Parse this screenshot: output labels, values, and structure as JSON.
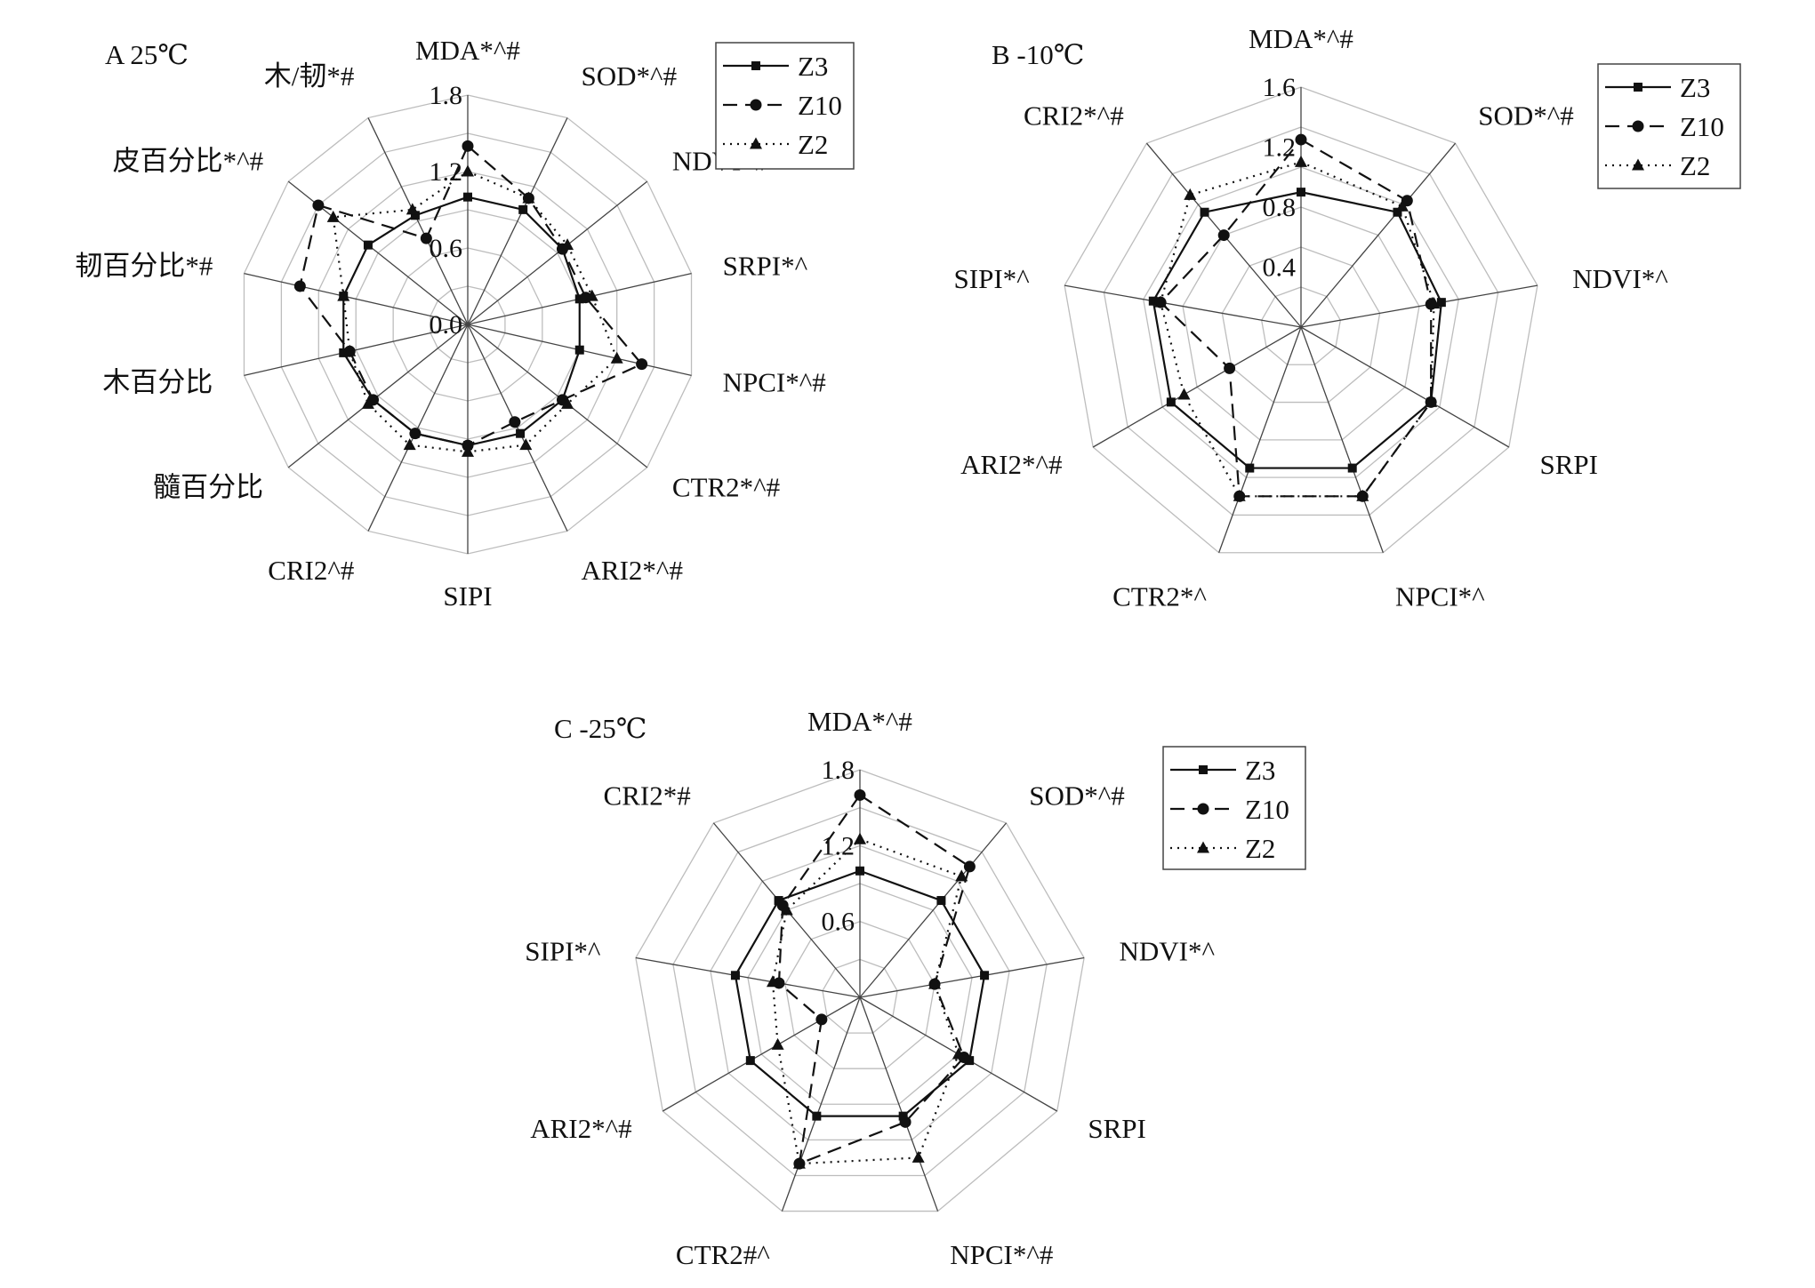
{
  "chart_data": [
    {
      "type": "radar",
      "title": "A 25℃",
      "axes": [
        "MDA*^#",
        "SOD*^#",
        "NDVI^#",
        "SRPI*^",
        "NPCI*^#",
        "CTR2*^#",
        "ARI2*^#",
        "SIPI",
        "CRI2^#",
        "髓百分比",
        "木百分比",
        "韧百分比*#",
        "皮百分比*^#",
        "木/韧*#"
      ],
      "rlim": [
        0,
        1.8
      ],
      "ticks": [
        0.0,
        0.6,
        1.2,
        1.8
      ],
      "tick_labels": [
        "0.0",
        "0.6",
        "1.2",
        "1.8"
      ],
      "grid": true,
      "legend_position": "top-right",
      "series": [
        {
          "name": "Z3",
          "line": "solid",
          "marker": "square",
          "values": [
            1.0,
            1.0,
            0.95,
            0.9,
            0.9,
            0.95,
            0.95,
            0.95,
            0.95,
            0.95,
            1.0,
            1.0,
            1.0,
            0.95
          ]
        },
        {
          "name": "Z10",
          "line": "dashed",
          "marker": "circle",
          "values": [
            1.4,
            1.1,
            0.95,
            0.95,
            1.4,
            0.95,
            0.85,
            0.95,
            0.95,
            0.95,
            0.95,
            1.35,
            1.5,
            0.75
          ]
        },
        {
          "name": "Z2",
          "line": "dotted",
          "marker": "triangle",
          "values": [
            1.2,
            1.1,
            1.0,
            1.0,
            1.2,
            1.0,
            1.05,
            1.0,
            1.05,
            1.0,
            0.95,
            1.0,
            1.35,
            1.0
          ]
        }
      ]
    },
    {
      "type": "radar",
      "title": "B -10℃",
      "axes": [
        "MDA*^#",
        "SOD*^#",
        "NDVI*^",
        "SRPI",
        "NPCI*^",
        "CTR2*^",
        "ARI2*^#",
        "SIPI*^",
        "CRI2*^#"
      ],
      "rlim": [
        0,
        1.6
      ],
      "ticks": [
        0.4,
        0.8,
        1.2,
        1.6
      ],
      "tick_labels": [
        "0.4",
        "0.8",
        "1.2",
        "1.6"
      ],
      "grid": true,
      "legend_position": "top-right",
      "series": [
        {
          "name": "Z3",
          "line": "solid",
          "marker": "square",
          "values": [
            0.9,
            1.0,
            0.95,
            1.0,
            1.0,
            1.0,
            1.0,
            1.0,
            1.0
          ]
        },
        {
          "name": "Z10",
          "line": "dashed",
          "marker": "circle",
          "values": [
            1.25,
            1.1,
            0.88,
            1.0,
            1.2,
            1.2,
            0.55,
            0.95,
            0.8
          ]
        },
        {
          "name": "Z2",
          "line": "dotted",
          "marker": "triangle",
          "values": [
            1.1,
            1.05,
            0.9,
            1.0,
            1.2,
            1.2,
            0.9,
            0.95,
            1.15
          ]
        }
      ]
    },
    {
      "type": "radar",
      "title": "C -25℃",
      "axes": [
        "MDA*^#",
        "SOD*^#",
        "NDVI*^",
        "SRPI",
        "NPCI*^#",
        "CTR2#^",
        "ARI2*^#",
        "SIPI*^",
        "CRI2*#"
      ],
      "rlim": [
        0,
        1.8
      ],
      "ticks": [
        0.6,
        1.2,
        1.8
      ],
      "tick_labels": [
        "0.6",
        "1.2",
        "1.8"
      ],
      "grid": true,
      "legend_position": "top-right",
      "series": [
        {
          "name": "Z3",
          "line": "solid",
          "marker": "square",
          "values": [
            1.0,
            1.0,
            1.0,
            1.0,
            1.0,
            1.0,
            1.0,
            1.0,
            1.0
          ]
        },
        {
          "name": "Z10",
          "line": "dashed",
          "marker": "circle",
          "values": [
            1.6,
            1.35,
            0.6,
            0.95,
            1.05,
            1.4,
            0.35,
            0.65,
            0.95
          ]
        },
        {
          "name": "Z2",
          "line": "dotted",
          "marker": "triangle",
          "values": [
            1.25,
            1.25,
            0.6,
            0.9,
            1.35,
            1.4,
            0.75,
            0.7,
            0.9
          ]
        }
      ]
    }
  ]
}
